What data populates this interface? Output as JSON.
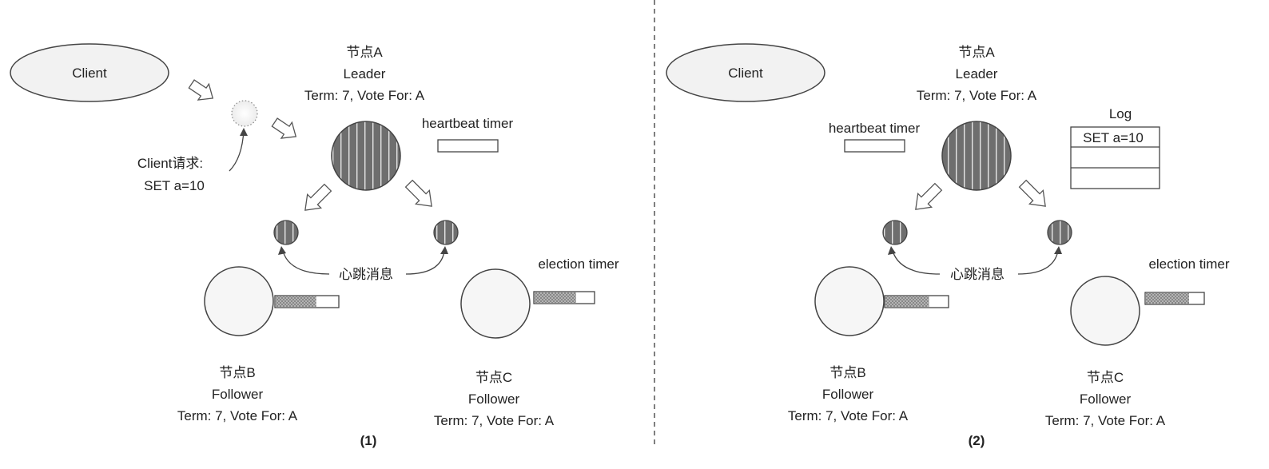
{
  "panels": [
    {
      "caption": "(1)",
      "client": {
        "label": "Client"
      },
      "client_request": {
        "line1": "Client请求:",
        "line2": "SET a=10"
      },
      "leader": {
        "name": "节点A",
        "role": "Leader",
        "term_vote": "Term: 7, Vote For: A",
        "timer_label": "heartbeat timer",
        "timer_fill": 0
      },
      "heartbeat_label": "心跳消息",
      "follower_b": {
        "name": "节点B",
        "role": "Follower",
        "term_vote": "Term: 7, Vote For: A",
        "timer_fill": 0.65
      },
      "follower_c": {
        "name": "节点C",
        "role": "Follower",
        "term_vote": "Term: 7, Vote For: A",
        "timer_label": "election timer",
        "timer_fill": 0.7
      }
    },
    {
      "caption": "(2)",
      "client": {
        "label": "Client"
      },
      "leader": {
        "name": "节点A",
        "role": "Leader",
        "term_vote": "Term: 7, Vote For: A",
        "timer_label": "heartbeat timer",
        "timer_fill": 0
      },
      "log": {
        "title": "Log",
        "entries": [
          "SET a=10",
          "",
          ""
        ]
      },
      "heartbeat_label": "心跳消息",
      "follower_b": {
        "name": "节点B",
        "role": "Follower",
        "term_vote": "Term: 7, Vote For: A",
        "timer_fill": 0.7
      },
      "follower_c": {
        "name": "节点C",
        "role": "Follower",
        "term_vote": "Term: 7, Vote For: A",
        "timer_label": "election timer",
        "timer_fill": 0.75
      }
    }
  ],
  "colors": {
    "leader_fill": "#6e6e6e",
    "leader_stripe": "#e6e6e6",
    "follower_fill": "#f6f6f6",
    "timer_fill": "#9a9a9a",
    "ellipse_fill": "#f2f2f2",
    "stroke": "#444444",
    "divider": "#555555"
  }
}
